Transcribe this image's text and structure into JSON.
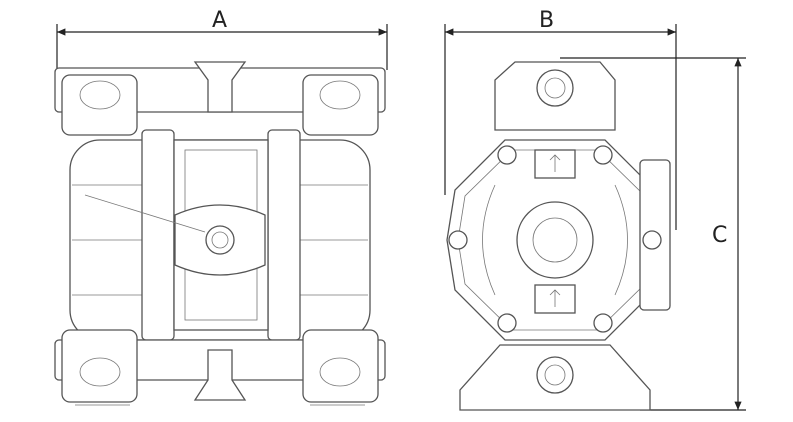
{
  "dimensions": {
    "width_label": "A",
    "depth_label": "B",
    "height_label": "C"
  },
  "colors": {
    "line": "#555555",
    "dimension": "#222222"
  }
}
